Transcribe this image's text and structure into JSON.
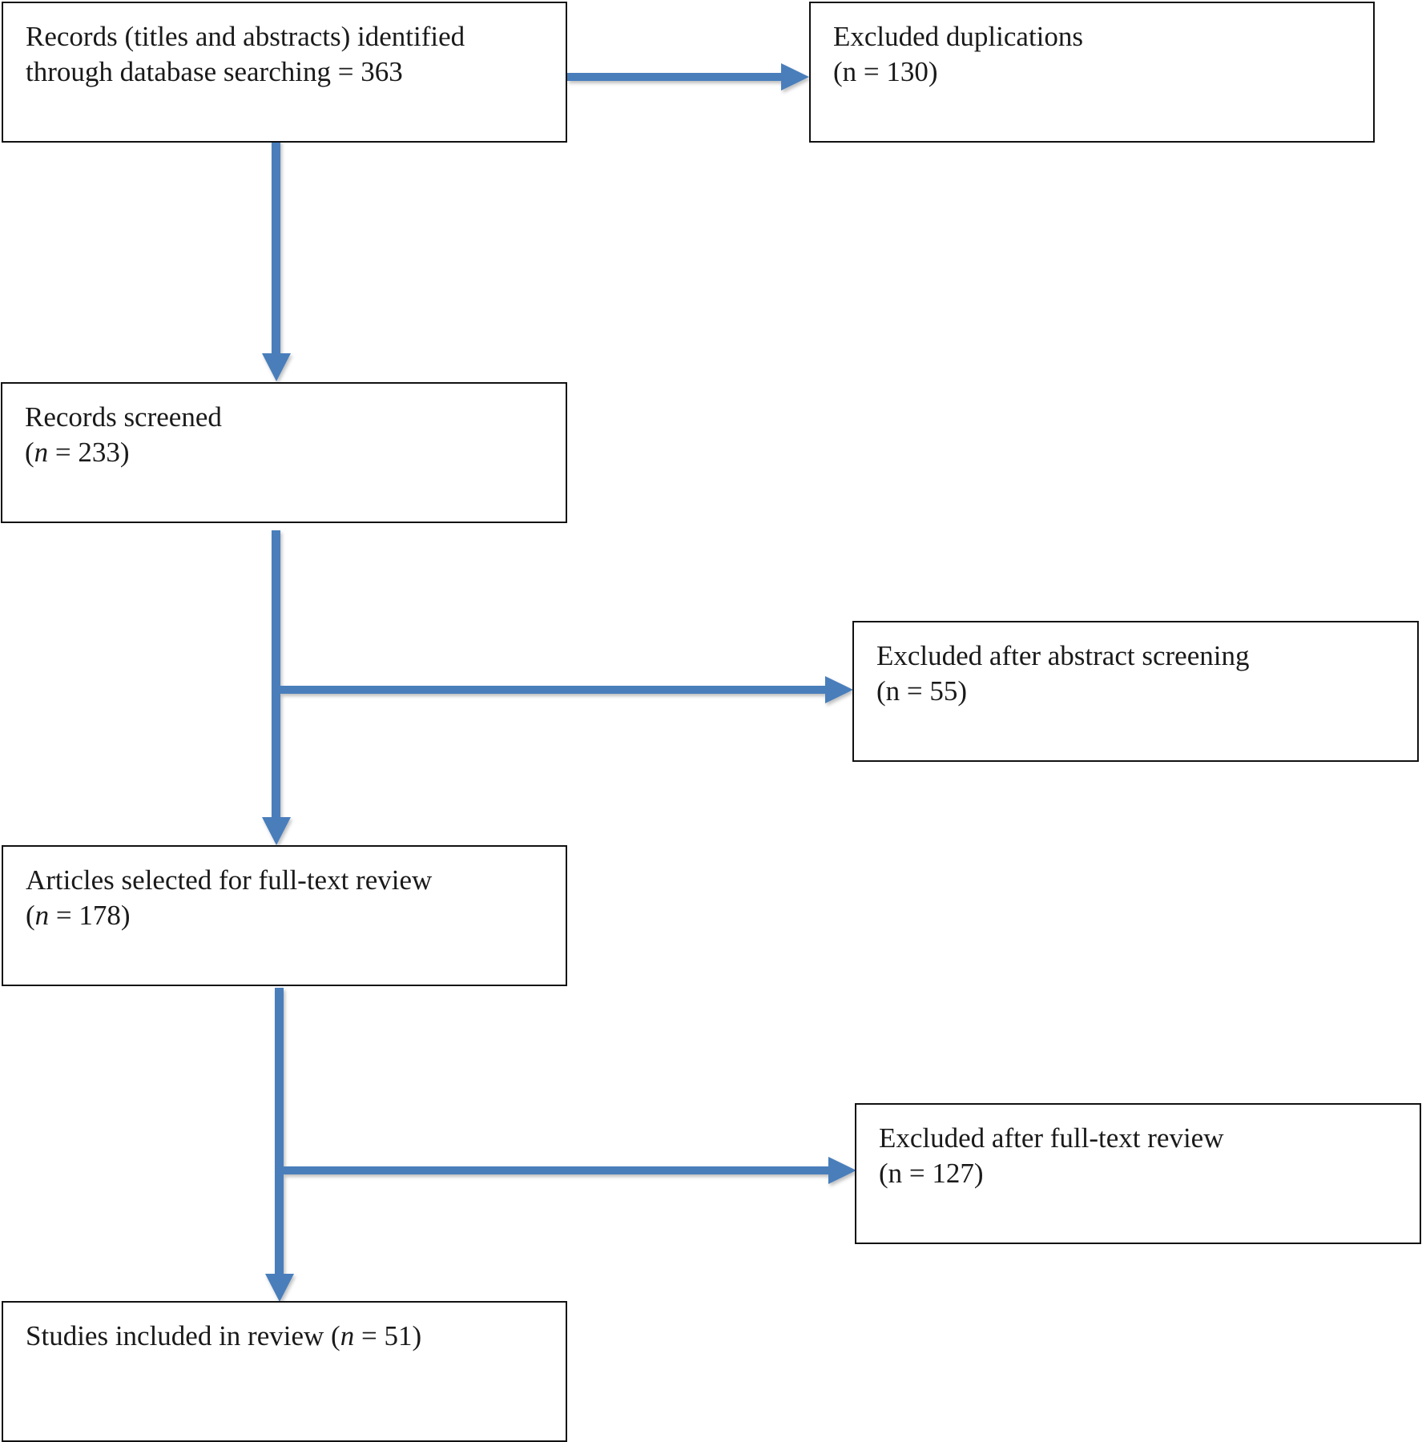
{
  "diagram": {
    "arrow_color": "#4a7ebb",
    "boxes": {
      "identified": {
        "line1": "Records (titles and abstracts) identified",
        "line2_text": "through database searching = 363"
      },
      "duplicates": {
        "line1": "Excluded duplications",
        "line2_prefix": "(n = 130)"
      },
      "screened": {
        "line1": "Records screened",
        "line2_open": "(",
        "line2_var": "n",
        "line2_rest": " = 233)"
      },
      "abstract_excluded": {
        "line1": "Excluded after abstract screening",
        "line2_prefix": "(n = 55)"
      },
      "fulltext": {
        "line1": "Articles selected for full-text review",
        "line2_open": "(",
        "line2_var": "n",
        "line2_rest": " = 178)"
      },
      "fulltext_excluded": {
        "line1": "Excluded after full-text review",
        "line2_prefix": "(n = 127)"
      },
      "included": {
        "line1_text": "Studies included in review (",
        "line1_var": "n",
        "line1_rest": " = 51)"
      }
    }
  }
}
